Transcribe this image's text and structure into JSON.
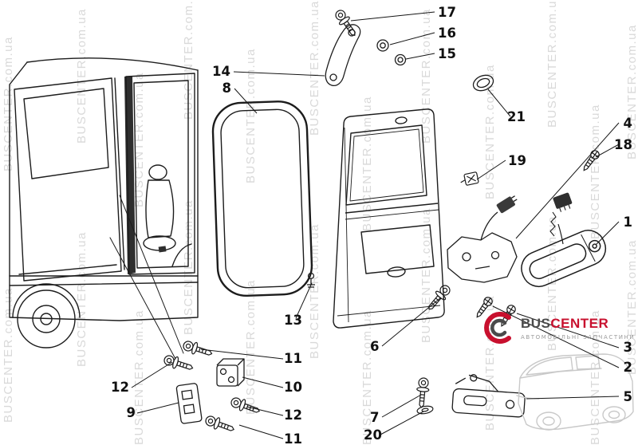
{
  "watermark": {
    "text": "BUSCENTER.com.ua"
  },
  "logo": {
    "bus": "BUS",
    "center": "CENTER",
    "tagline": "АВТОМОБІЛЬНІ ЗАПЧАСТИНИ",
    "accent_color": "#c8102e",
    "text_color": "#4a4a4a",
    "tagline_color": "#9a9a9a"
  },
  "diagram": {
    "line_color": "#1c1c1c",
    "watermark_color": "#d9d9d9"
  },
  "callouts": {
    "n17": "17",
    "n16": "16",
    "n15": "15",
    "n14": "14",
    "n8": "8",
    "n21": "21",
    "n4": "4",
    "n18": "18",
    "n19": "19",
    "n1": "1",
    "n13": "13",
    "n11a": "11",
    "n6": "6",
    "n3": "3",
    "n2": "2",
    "n12a": "12",
    "n10": "10",
    "n9": "9",
    "n12b": "12",
    "n7": "7",
    "n20": "20",
    "n5": "5",
    "n11b": "11"
  }
}
